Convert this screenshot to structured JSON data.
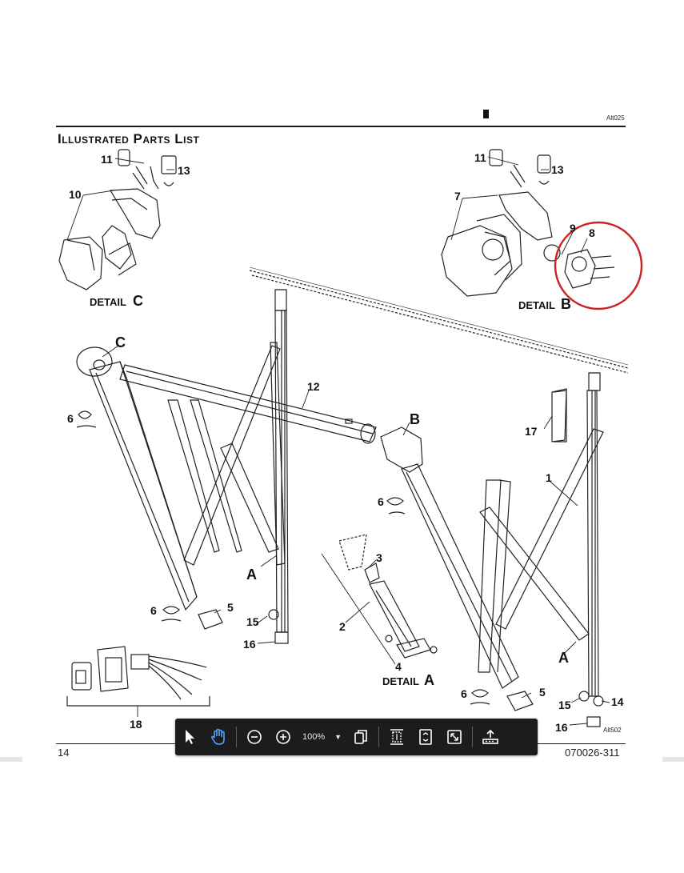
{
  "page": {
    "marker_code": "Alt025",
    "section_title": "Illustrated Parts List",
    "page_number": "14",
    "document_number": "070026-311",
    "figure_code": "Alt502"
  },
  "callouts": {
    "c11a": "11",
    "c13a": "13",
    "c10": "10",
    "c11b": "11",
    "c13b": "13",
    "c7": "7",
    "c9": "9",
    "c8": "8",
    "c_c": "C",
    "c12": "12",
    "c6a": "6",
    "c_b": "B",
    "c17": "17",
    "c1": "1",
    "c6b": "6",
    "c3": "3",
    "c_a1": "A",
    "c6c": "6",
    "c5a": "5",
    "c15a": "15",
    "c16a": "16",
    "c2": "2",
    "c4": "4",
    "c_a2": "A",
    "c6d": "6",
    "c5b": "5",
    "c15b": "15",
    "c14": "14",
    "c16b": "16",
    "c18": "18"
  },
  "details": {
    "detail_c_word": "DETAIL",
    "detail_c_letter": "C",
    "detail_b_word": "DETAIL",
    "detail_b_letter": "B",
    "detail_a_word": "DETAIL",
    "detail_a_letter": "A"
  },
  "toolbar": {
    "zoom_label": "100%",
    "icons": [
      "select-arrow-icon",
      "hand-pan-icon",
      "zoom-out-icon",
      "zoom-in-icon",
      "copy-pages-icon",
      "fit-height-icon",
      "fit-page-icon",
      "fullscreen-icon",
      "upload-icon"
    ],
    "active_tool": "hand-pan-icon",
    "active_color": "#4da3ff"
  },
  "highlight": {
    "target": "8",
    "color": "#cc2222"
  }
}
